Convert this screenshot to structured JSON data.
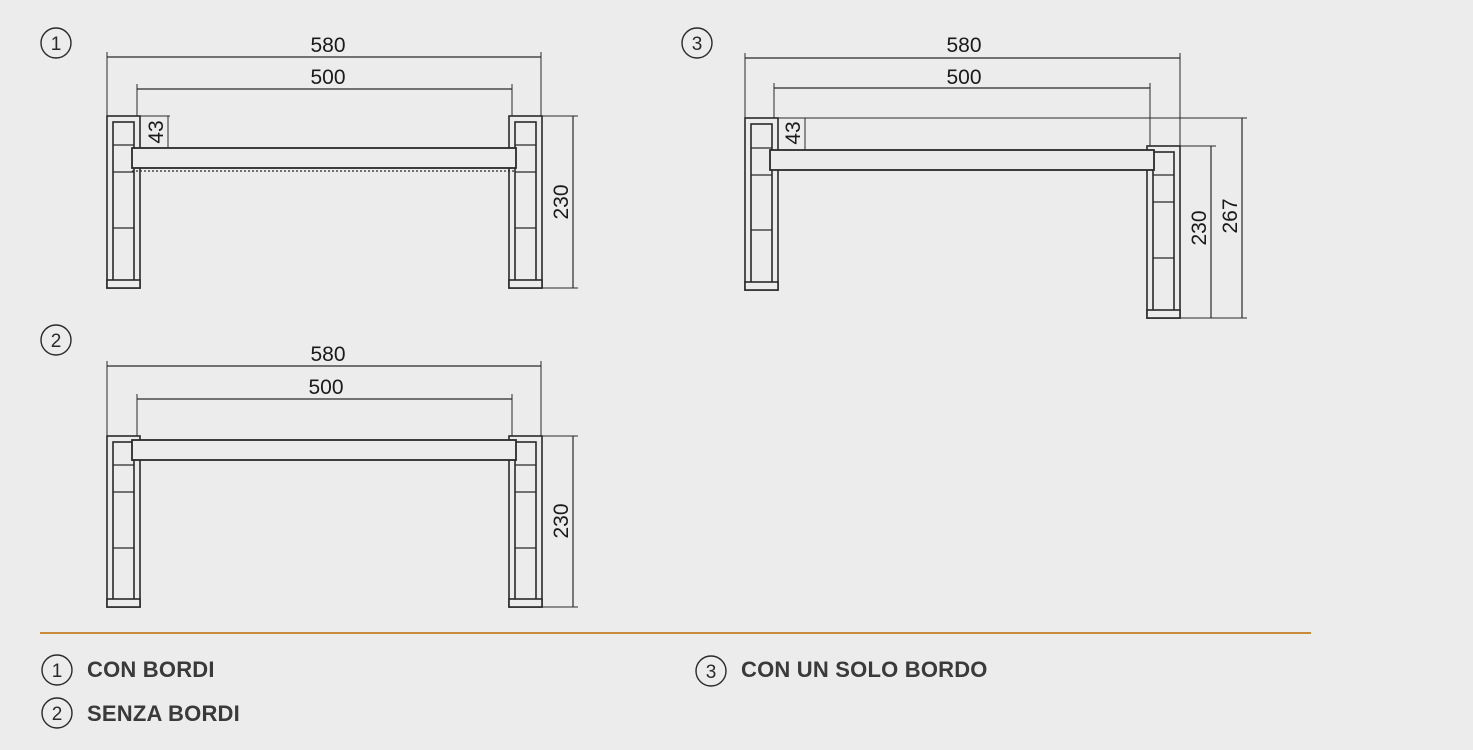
{
  "diagrams": [
    {
      "number": "1",
      "dim_outer": "580",
      "dim_inner": "500",
      "dim_side": "43",
      "dim_height": "230"
    },
    {
      "number": "2",
      "dim_outer": "580",
      "dim_inner": "500",
      "dim_height": "230"
    },
    {
      "number": "3",
      "dim_outer": "580",
      "dim_inner": "500",
      "dim_side": "43",
      "dim_height": "230",
      "dim_height_total": "267"
    }
  ],
  "legend": [
    {
      "number": "1",
      "label": "CON BORDI"
    },
    {
      "number": "2",
      "label": "SENZA BORDI"
    },
    {
      "number": "3",
      "label": "CON UN SOLO BORDO"
    }
  ],
  "colors": {
    "background": "#ececec",
    "line": "#2a2a2a",
    "divider": "#c98a3a"
  }
}
